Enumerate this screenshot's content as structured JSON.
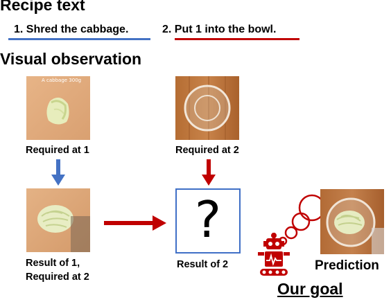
{
  "recipe": {
    "heading": "Recipe text",
    "step1": "1. Shred the cabbage.",
    "step2": "2. Put 1 into the bowl.",
    "step1_color": "#4472c4",
    "step2_color": "#c00000"
  },
  "visual": {
    "heading": "Visual observation",
    "photo1_caption": "Required at 1",
    "photo1_overlay": "A cabbage 300g",
    "photo2_caption": "Required at 2",
    "photo3_caption_line1": "Result of 1,",
    "photo3_caption_line2": "Required at 2",
    "unknown_caption": "Result of 2",
    "unknown_symbol": "?"
  },
  "goal": {
    "prediction_label": "Prediction",
    "title": "Our goal"
  },
  "colors": {
    "blue_arrow": "#4472c4",
    "red_arrow": "#c00000",
    "robot": "#c00000",
    "question_box": "#3f6fc6"
  }
}
